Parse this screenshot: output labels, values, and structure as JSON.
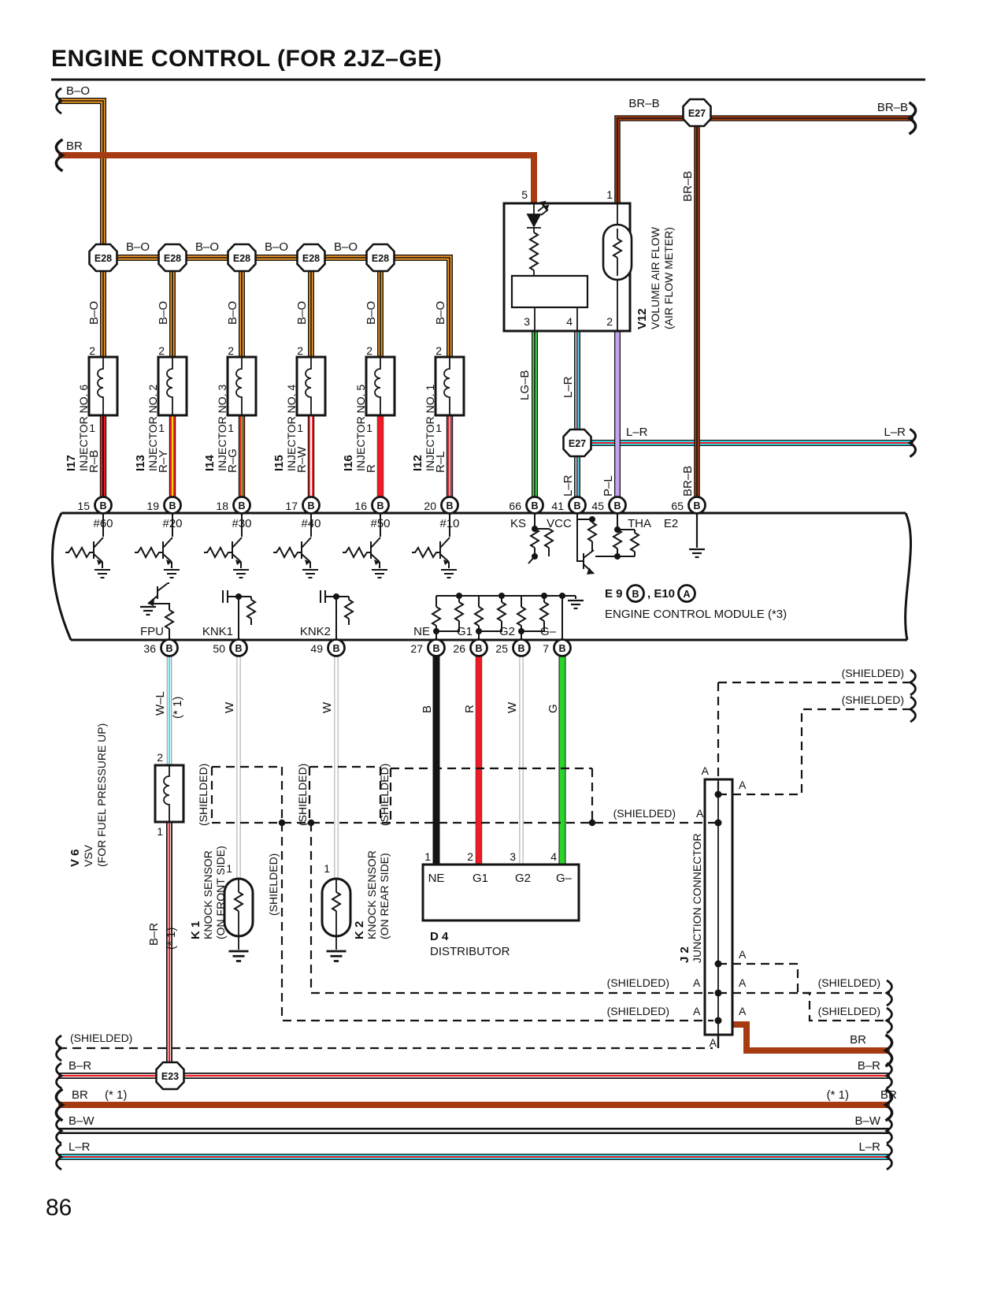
{
  "title": "ENGINE CONTROL (FOR 2JZ–GE)",
  "page_number": "86",
  "colors": {
    "black": "#141414",
    "orange": "#f59a23",
    "brown": "#a63b12",
    "red": "#ee1c25",
    "green": "#2bd42b",
    "lgreen": "#4ce04c",
    "cyan": "#3fe0f0",
    "pink": "#ff8cf0",
    "yellow": "#ffd400",
    "gray": "#8f8f8f"
  },
  "connectors": {
    "e28": "E28",
    "e27": "E27",
    "e23": "E23",
    "b": "B",
    "a": "A"
  },
  "wire": {
    "bo": "B–O",
    "br": "BR",
    "brb": "BR–B",
    "lr": "L–R",
    "lgb": "LG–B",
    "pl": "P–L",
    "wl": "W–L",
    "w": "W",
    "b": "B",
    "r": "R",
    "g": "G",
    "rb": "R–B",
    "ry": "R–Y",
    "rg": "R–G",
    "rw": "R–W",
    "rl": "R–L",
    "br_r": "B–R",
    "bw": "B–W",
    "star1": "(* 1)"
  },
  "misc": {
    "shielded": "(SHIELDED)",
    "a": "A"
  },
  "pins": {
    "1": "1",
    "2": "2",
    "3": "3",
    "4": "4",
    "5": "5",
    "7": "7",
    "15": "15",
    "16": "16",
    "17": "17",
    "18": "18",
    "19": "19",
    "20": "20",
    "25": "25",
    "26": "26",
    "27": "27",
    "36": "36",
    "41": "41",
    "45": "45",
    "49": "49",
    "50": "50",
    "65": "65",
    "66": "66"
  },
  "ecm_top_labels": {
    "i60": "#60",
    "i20": "#20",
    "i30": "#30",
    "i40": "#40",
    "i50": "#50",
    "i10": "#10",
    "ks": "KS",
    "vcc": "VCC",
    "tha": "THA",
    "e2": "E2"
  },
  "ecm_bottom_labels": {
    "fpu": "FPU",
    "knk1": "KNK1",
    "knk2": "KNK2",
    "ne": "NE",
    "g1": "G1",
    "g2": "G2",
    "gm": "G–"
  },
  "ecm": {
    "ref1": "E 9",
    "ref1_conn": "B",
    "ref2": ", E10",
    "ref2_conn": "A",
    "name": "ENGINE CONTROL MODULE (*3)"
  },
  "injectors": [
    {
      "id": "I17",
      "name": "INJECTOR NO. 6"
    },
    {
      "id": "I13",
      "name": "INJECTOR NO. 2"
    },
    {
      "id": "I14",
      "name": "INJECTOR NO. 3"
    },
    {
      "id": "I15",
      "name": "INJECTOR NO. 4"
    },
    {
      "id": "I16",
      "name": "INJECTOR NO. 5"
    },
    {
      "id": "I12",
      "name": "INJECTOR NO. 1"
    }
  ],
  "v12": {
    "id": "V12",
    "line1": "VOLUME AIR FLOW",
    "line2": "(AIR FLOW METER)"
  },
  "vsv": {
    "id": "V 6",
    "line1": "VSV",
    "line2": "(FOR FUEL PRESSURE UP)"
  },
  "k1": {
    "id": "K 1",
    "line1": "KNOCK SENSOR",
    "line2": "(ON FRONT SIDE)"
  },
  "k2": {
    "id": "K 2",
    "line1": "KNOCK SENSOR",
    "line2": "(ON REAR SIDE)"
  },
  "d4": {
    "id": "D 4",
    "name": "DISTRIBUTOR",
    "pins": {
      "ne": "NE",
      "g1": "G1",
      "g2": "G2",
      "gm": "G–"
    }
  },
  "j2": {
    "id": "J 2",
    "name": "JUNCTION CONNECTOR"
  }
}
